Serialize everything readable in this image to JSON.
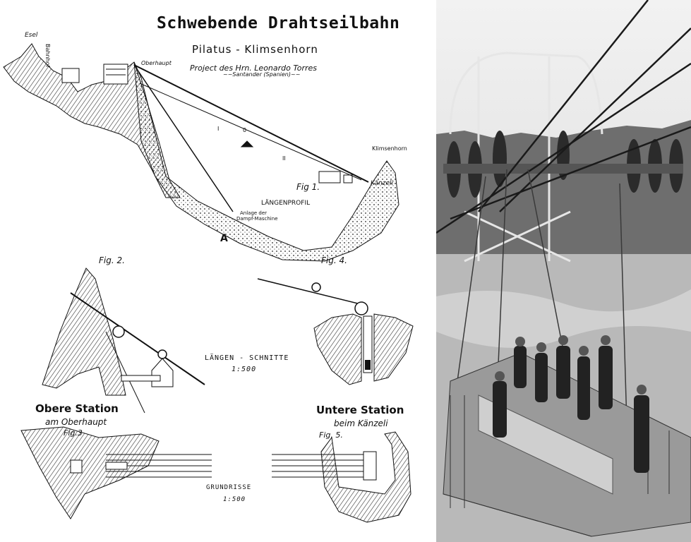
{
  "drawing": {
    "title": "Schwebende Drahtseilbahn",
    "subtitle": "Pilatus - Klimsenhorn",
    "project_line1": "Project des Hrn. Leonardo Torres",
    "project_line2": "~~Santander (Spanien)~~",
    "peak_left": "Esel",
    "station_left_vertical": "Bahnhof",
    "peak_middle": "Oberhaupt",
    "peak_right": "Klimsenhorn",
    "kanzeli": "Känzeli",
    "fig1": "Fig 1.",
    "fig2": "Fig. 2.",
    "fig3": "Fig.3",
    "fig4": "Fig. 4.",
    "fig5": "Fig. 5.",
    "langenprofil": "LÄNGENPROFIL",
    "anlage_line1": "Anlage der",
    "anlage_line2": "Dampf-Maschine",
    "point_a": "A",
    "point_zero": "0",
    "point_one": "I",
    "point_two": "II",
    "langen_schnitte": "LÄNGEN - SCHNITTE",
    "scale_schnitte": "1:500",
    "obere_station": "Obere Station",
    "obere_sub": "am Oberhaupt",
    "untere_station": "Untere Station",
    "untere_sub": "beim Känzeli",
    "grundrisse": "GRUNDRISSE",
    "scale_grundrisse": "1:500"
  },
  "photo": {
    "subject": "aerial cable car gondola with passengers"
  }
}
